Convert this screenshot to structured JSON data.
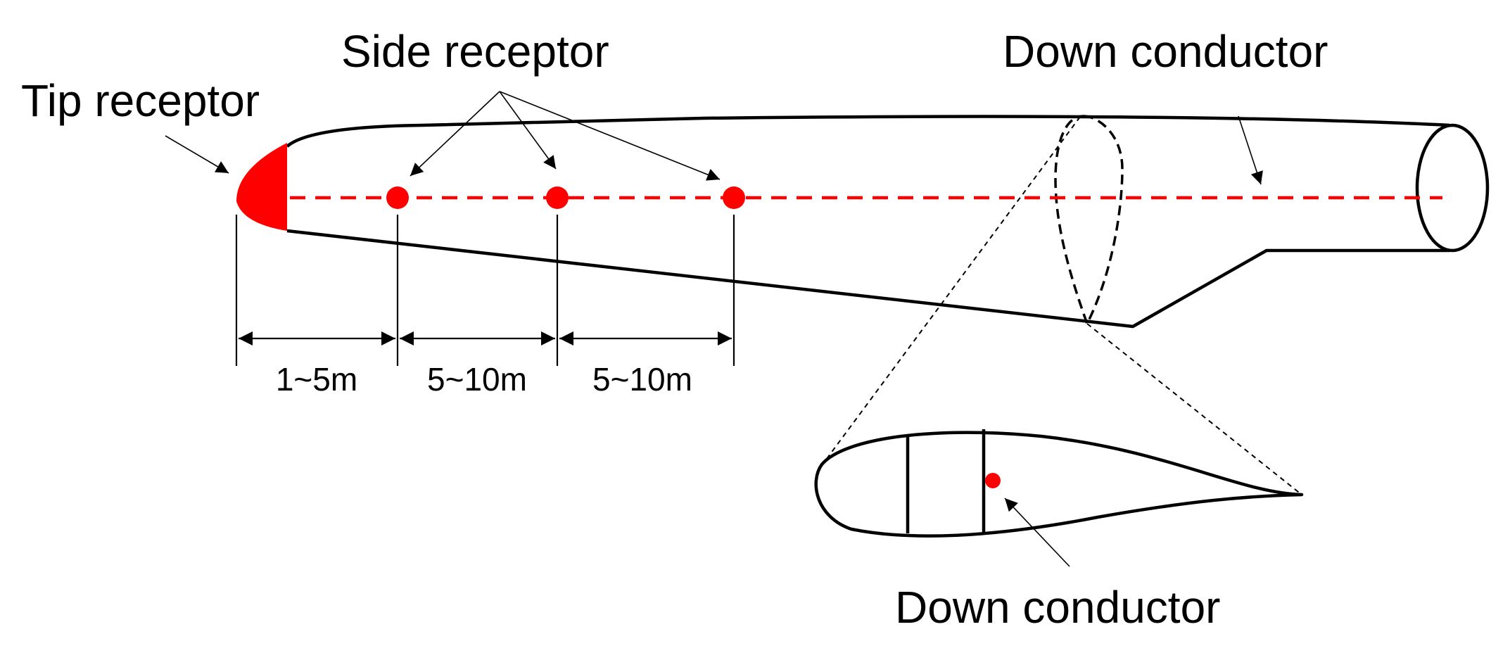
{
  "labels": {
    "tip_receptor": "Tip receptor",
    "side_receptor": "Side receptor",
    "down_conductor_top": "Down conductor",
    "down_conductor_bottom": "Down conductor"
  },
  "dimensions": [
    "1~5m",
    "5~10m",
    "5~10m"
  ],
  "colors": {
    "receptor": "#ff0000",
    "conductor": "#ff0000",
    "outline": "#000000"
  }
}
